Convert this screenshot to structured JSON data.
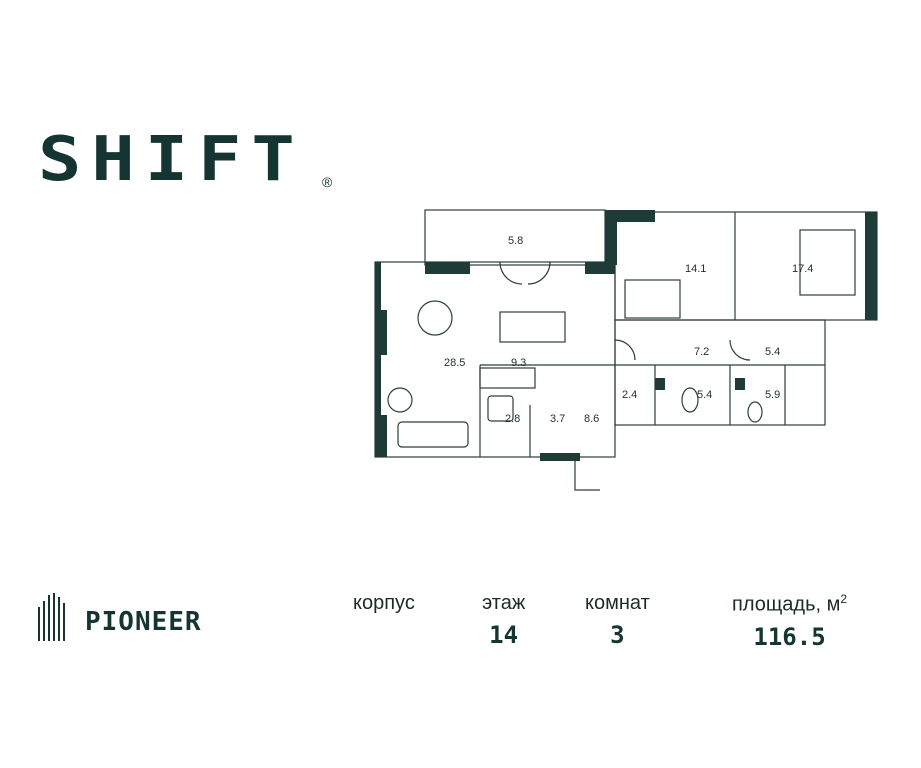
{
  "brand": {
    "project_logo": "SHIFT",
    "registered_mark": "®",
    "developer_logo": "PIONEER"
  },
  "plan": {
    "rooms": {
      "balcony": "5.8",
      "bedroom_1": "14.1",
      "bedroom_2": "17.4",
      "living_room": "28.5",
      "kitchen": "9.3",
      "hall": "7.2",
      "corridor": "5.4",
      "closet": "2.4",
      "bathroom_1": "5.4",
      "bathroom_2": "5.9",
      "storage_1": "2.8",
      "storage_2": "3.7",
      "entry_hall": "8.6"
    }
  },
  "info": {
    "building_label": "корпус",
    "building_value": "",
    "floor_label": "этаж",
    "floor_value": "14",
    "rooms_label": "комнат",
    "rooms_value": "3",
    "area_label": "площадь, м",
    "area_unit_exp": "2",
    "area_value": "116.5"
  },
  "colors": {
    "brand_dark": "#143531",
    "wall": "#1f3b38"
  }
}
